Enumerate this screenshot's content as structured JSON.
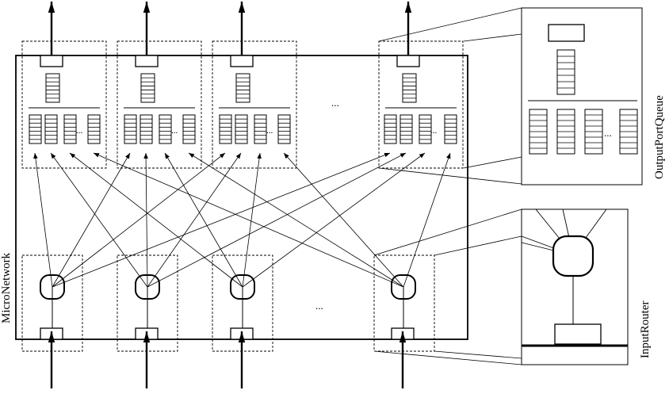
{
  "diagram": {
    "labels": {
      "micro_network": "MicroNetwork",
      "output_port_queue": "OutputPortQueue",
      "input_router": "InputRouter"
    },
    "ellipsis": "..."
  }
}
